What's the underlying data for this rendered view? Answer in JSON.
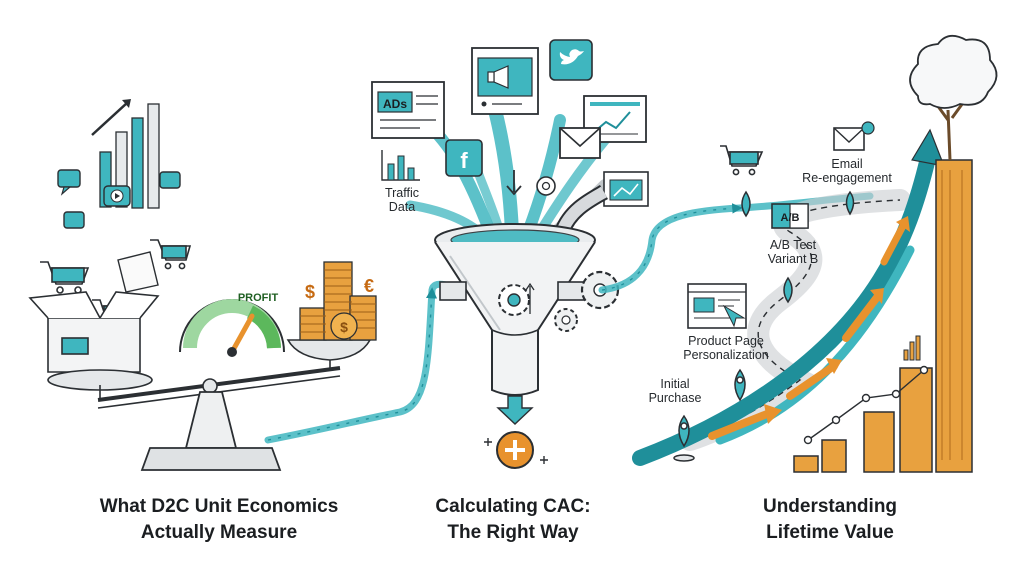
{
  "colors": {
    "ink": "#2b2f33",
    "teal": "#3fb6bf",
    "teal_dark": "#1f8f9a",
    "orange": "#e8922d",
    "gold": "#d9913a",
    "green": "#5cb85c",
    "gray": "#c9cdd1"
  },
  "panel1": {
    "caption_line1": "What D2C Unit Economics",
    "caption_line2": "Actually Measure",
    "gauge_label": "PROFIT",
    "coin_dollar": "$",
    "coin_euro": "€",
    "icons": [
      "play-icon",
      "cart-icon",
      "box-icon",
      "gauge-icon",
      "coin-stack-icon",
      "balance-scale-icon"
    ]
  },
  "panel2": {
    "caption_line1": "Calculating CAC:",
    "caption_line2": "The Right Way",
    "ads_label": "ADs",
    "traffic_label_line1": "Traffic",
    "traffic_label_line2": "Data",
    "facebook_glyph": "f",
    "icons": [
      "funnel-icon",
      "gear-icon",
      "megaphone-icon",
      "twitter-icon",
      "mail-icon",
      "plus-icon"
    ]
  },
  "panel3": {
    "caption_line1": "Understanding",
    "caption_line2": "Lifetime Value",
    "email_line1": "Email",
    "email_line2": "Re-engagement",
    "ab_line1": "A/B Test",
    "ab_line2": "Variant B",
    "ab_tile": "A/B",
    "product_line1": "Product Page",
    "product_line2": "Personalization",
    "initial_line1": "Initial",
    "initial_line2": "Purchase",
    "icons": [
      "tree-icon",
      "map-pin-icon",
      "cart-icon",
      "mail-icon",
      "browser-icon",
      "bar-chart-icon"
    ]
  }
}
